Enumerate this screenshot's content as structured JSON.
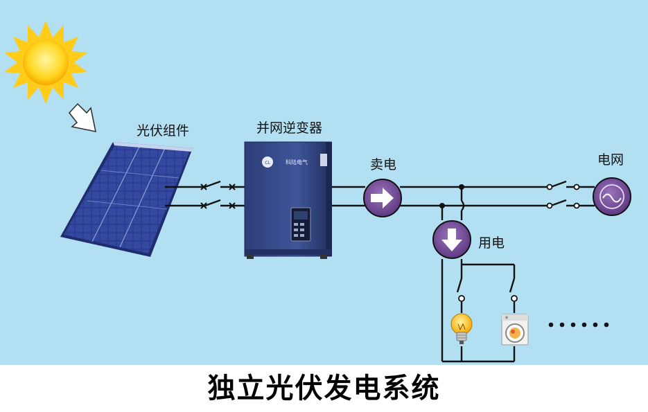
{
  "labels": {
    "pv_module": "光伏组件",
    "inverter": "并网逆变器",
    "sell": "卖电",
    "grid": "电网",
    "use": "用电"
  },
  "inverter_brand": "科陆电气",
  "ellipsis": "••••••",
  "caption": "独立光伏发电系统",
  "colors": {
    "sky": "#b3dff2",
    "sun": "#ffd61f",
    "panel": "#2a3a8c",
    "inverter": "#3a4e8f",
    "meter": "#7a4e9c",
    "wire": "#111111"
  }
}
